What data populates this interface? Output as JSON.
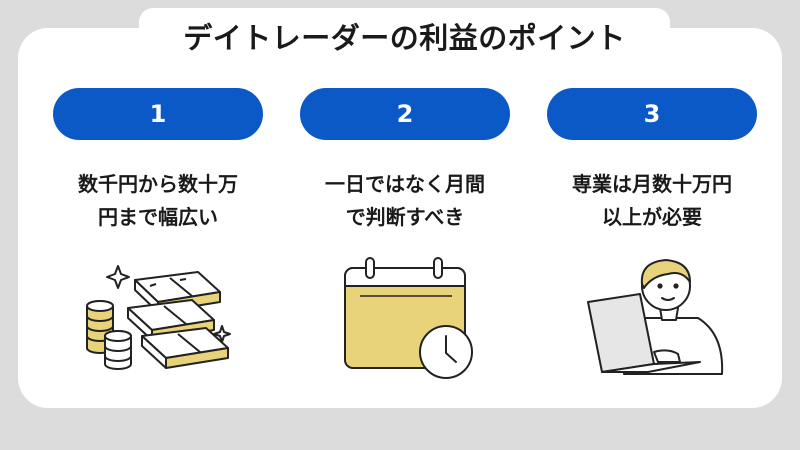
{
  "title": "デイトレーダーの利益のポイント",
  "points": [
    {
      "number": "1",
      "line1": "数千円から数十万",
      "line2": "円まで幅広い"
    },
    {
      "number": "2",
      "line1": "一日ではなく月間",
      "line2": "で判断すべき"
    },
    {
      "number": "3",
      "line1": "専業は月数十万円",
      "line2": "以上が必要"
    }
  ],
  "colors": {
    "accent": "#0b59c6",
    "highlight": "#e8d27a",
    "background": "#dcdcdc",
    "card": "#ffffff"
  },
  "icons": [
    "money-stack-icon",
    "calendar-clock-icon",
    "person-laptop-icon"
  ]
}
